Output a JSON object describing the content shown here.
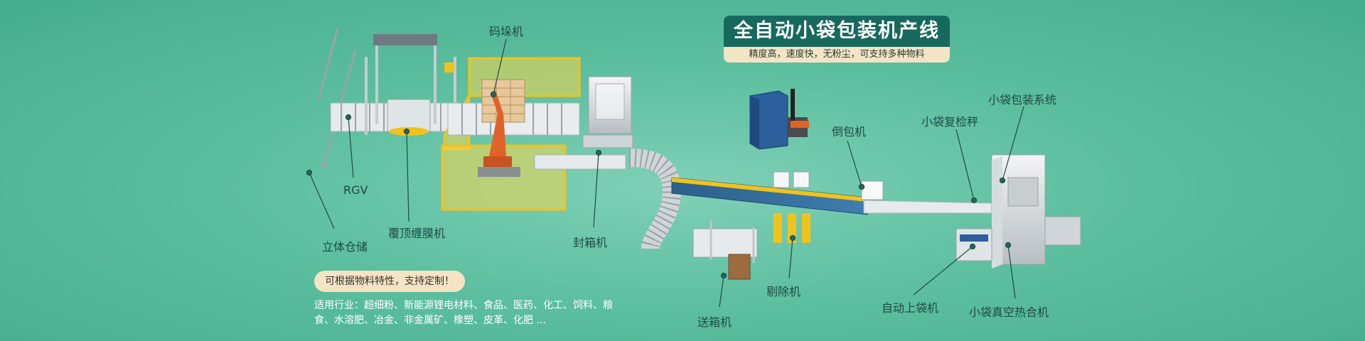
{
  "header": {
    "title": "全自动小袋包装机产线",
    "subtitle": "精度高，速度快，无粉尘，可支持多种物料"
  },
  "labels": {
    "palletizer": "码垛机",
    "rgv": "RGV",
    "storage": "立体仓储",
    "wrapper": "覆顶缠膜机",
    "case_sealer": "封箱机",
    "case_feeder": "送箱机",
    "rejector": "剔除机",
    "bag_inverter": "倒包机",
    "check_weigher": "小袋复检秤",
    "packing_system": "小袋包装系统",
    "auto_bag_loader": "自动上袋机",
    "vacuum_sealer": "小袋真空热合机"
  },
  "footer": {
    "custom_note": "可根据物料特性，支持定制！",
    "industries_line1": "适用行业：超细粉、新能源锂电材料、食品、医药、化工、饲料、粮",
    "industries_line2": "食、水溶肥、冶金、非金属矿、橡塑、皮革、化肥 ..."
  },
  "colors": {
    "title_bg": "#17695e",
    "subtitle_bg": "#f4e4c6",
    "fence_yellow": "#f2c21c",
    "robot_orange": "#e0622a",
    "conveyor_blue": "#2b5f8f",
    "machine_gray": "#d9dde0"
  }
}
